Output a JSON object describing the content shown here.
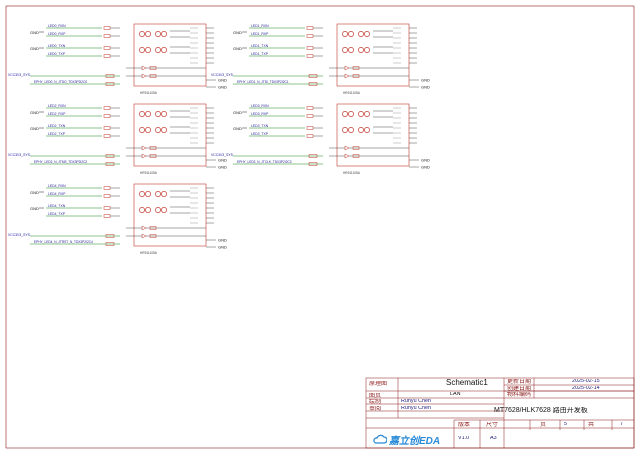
{
  "sheet": {
    "background": "#ffffff",
    "frame_color": "#8b1a1a",
    "wire_color": "#1a8a1a",
    "part_color": "#c0392b",
    "net_color": "#1a1a9a"
  },
  "title_block": {
    "labels": {
      "schematic_name": "原理图",
      "page_name": "图页",
      "draw": "绘制",
      "review": "审阅",
      "update_date": "更新日期",
      "create_date": "创建日期",
      "part_code": "物料编码",
      "version": "版本",
      "size": "尺寸",
      "page": "页",
      "total": "共"
    },
    "values": {
      "schematic_name": "Schematic1",
      "page_name": "LAN",
      "draw": "Runyu Chen",
      "review": "Runyu Chen",
      "update_date": "2025-02-15",
      "create_date": "2025-02-14",
      "part_code": "",
      "project_title": "MT7628/HLK7628 路由开发板",
      "version": "V1.0",
      "size": "A3",
      "page": "5",
      "total": "7"
    },
    "logo_text": "嘉立创EDA"
  },
  "blocks": [
    {
      "id": "lan1",
      "nets": [
        "LED0_RXN",
        "LED0_RXP",
        "LED0_TXN",
        "LED0_TXP"
      ],
      "vcc": "VCC3V3_SYS",
      "ephy": "EPHY_LED0_N_JTDO_TDX3P2I2C0",
      "connector": "HR911105A",
      "gnd": "GND"
    },
    {
      "id": "lan2",
      "nets": [
        "LED1_RXN",
        "LED1_RXP",
        "LED1_TXN",
        "LED1_TXP"
      ],
      "vcc": "VCC3V3_SYS",
      "ephy": "EPHY_LED1_N_JTDI_TDX3P2I2C1",
      "connector": "HR911105A",
      "gnd": "GND"
    },
    {
      "id": "lan3",
      "nets": [
        "LED2_RXN",
        "LED2_RXP",
        "LED2_TXN",
        "LED2_TXP"
      ],
      "vcc": "VCC3V3_SYS",
      "ephy": "EPHY_LED2_N_JTMS_TDX3P2I2C2",
      "connector": "HR911105A",
      "gnd": "GND"
    },
    {
      "id": "lan4",
      "nets": [
        "LED3_RXN",
        "LED3_RXP",
        "LED3_TXN",
        "LED3_TXP"
      ],
      "vcc": "VCC3V3_SYS",
      "ephy": "EPHY_LED3_N_JTCLK_TDX3P2I2C3",
      "connector": "HR911105A",
      "gnd": "GND"
    },
    {
      "id": "lan5",
      "nets": [
        "LED4_RXN",
        "LED4_RXP",
        "LED4_TXN",
        "LED4_TXP"
      ],
      "vcc": "VCC3V3_SYS",
      "ephy": "EPHY_LED4_N_JTRST_N_TDX3P2I2C4",
      "connector": "HR911105A",
      "gnd": "GND"
    }
  ]
}
